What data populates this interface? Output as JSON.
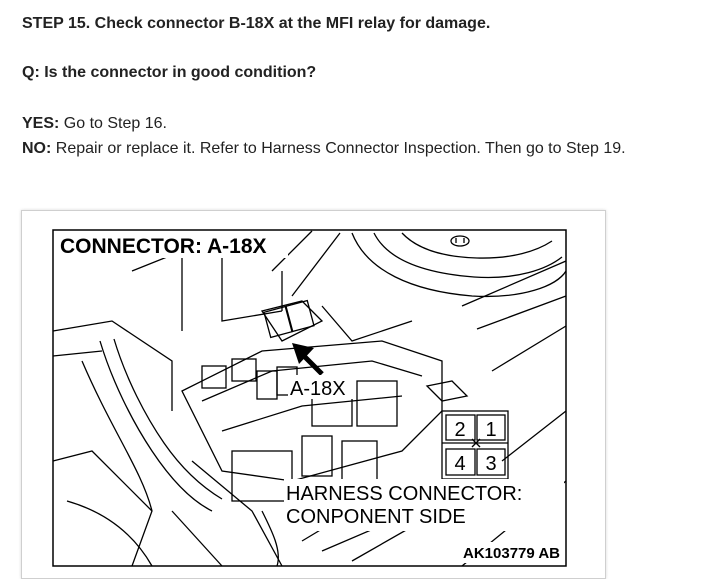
{
  "step": {
    "text": "STEP 15. Check connector B-18X at the MFI relay for damage."
  },
  "question": {
    "text": "Q: Is the connector in good condition?"
  },
  "answers": {
    "yes_label": "YES:",
    "yes_text": " Go to Step 16.",
    "no_label": "NO:",
    "no_text": " Repair or replace it. Refer to Harness Connector Inspection. Then go to Step 19."
  },
  "figure": {
    "title": "CONNECTOR: A-18X",
    "callout": "A-18X",
    "pins": [
      "2",
      "1",
      "4",
      "3"
    ],
    "harness_line1": "HARNESS CONNECTOR:",
    "harness_line2": "CONPONENT SIDE",
    "figure_id": "AK103779 AB"
  }
}
